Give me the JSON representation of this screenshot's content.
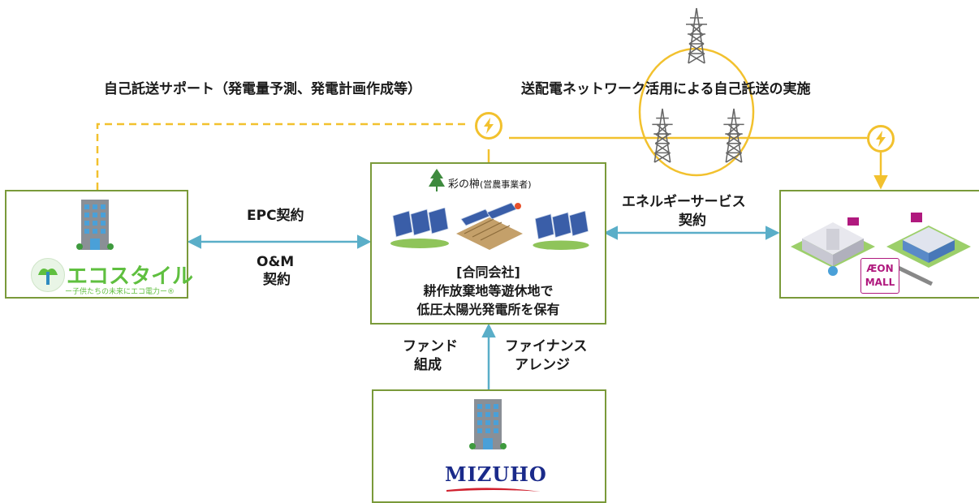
{
  "top": {
    "self_transmission_support": "自己託送サポート（発電量予測、発電計画作成等）",
    "grid_transmission": "送配電ネットワーク活用による自己託送の実施"
  },
  "edges": {
    "epc": "EPC契約",
    "om_line1": "O&M",
    "om_line2": "契約",
    "energy_service_line1": "エネルギーサービス",
    "energy_service_line2": "契約",
    "fund_line1": "ファンド",
    "fund_line2": "組成",
    "finance_line1": "ファイナンス",
    "finance_line2": "アレンジ"
  },
  "left_box": {
    "logo_text": "エコスタイル",
    "logo_tagline": "ー子供たちの未来にエコ電力ー®"
  },
  "center_box": {
    "farm_logo_text": "彩の榊",
    "farm_role": "(営農事業者)",
    "line1": "[合同会社]",
    "line2": "耕作放棄地等遊休地で",
    "line3": "低圧太陽光発電所を保有"
  },
  "right_box": {
    "aeon_line1": "ÆON",
    "aeon_line2": "MALL"
  },
  "bottom_box": {
    "logo_text": "MIZUHO"
  },
  "colors": {
    "box_border": "#7a9a3a",
    "arrow": "#5aaec8",
    "power_line": "#f2c12e",
    "aeon": "#b0197e",
    "mizuho_blue": "#1a2a8a",
    "mizuho_red": "#d0202e",
    "eco_green": "#5fbf3f"
  },
  "icons": [
    "building-icon",
    "lightning-icon",
    "transmission-tower-icon",
    "solar-panel-icon",
    "tree-icon",
    "mall-illustration"
  ]
}
